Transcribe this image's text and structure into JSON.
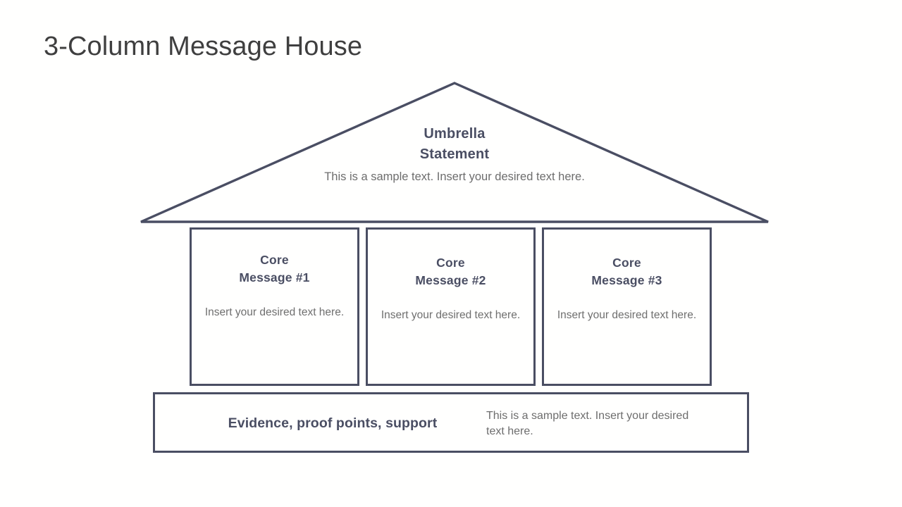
{
  "slide": {
    "title": "3-Column Message House",
    "background_color": "#FFFFFE",
    "accent_color": "#4A4E63",
    "body_text_color": "#6D6D6D",
    "title_color": "#3F3F3F"
  },
  "roof": {
    "shape": "triangle-outline",
    "heading_line_1": "Umbrella",
    "heading_line_2": "Statement",
    "body": "This is a sample text. Insert your desired text here."
  },
  "columns": [
    {
      "heading_line_1": "Core",
      "heading_line_2": "Message #1",
      "body": "Insert your desired text here."
    },
    {
      "heading_line_1": "Core",
      "heading_line_2": "Message #2",
      "body": "Insert your desired text here."
    },
    {
      "heading_line_1": "Core",
      "heading_line_2": "Message #3",
      "body": "Insert your desired text here."
    }
  ],
  "foundation": {
    "heading": "Evidence, proof points, support",
    "body": "This is a sample text. Insert your desired text here."
  }
}
